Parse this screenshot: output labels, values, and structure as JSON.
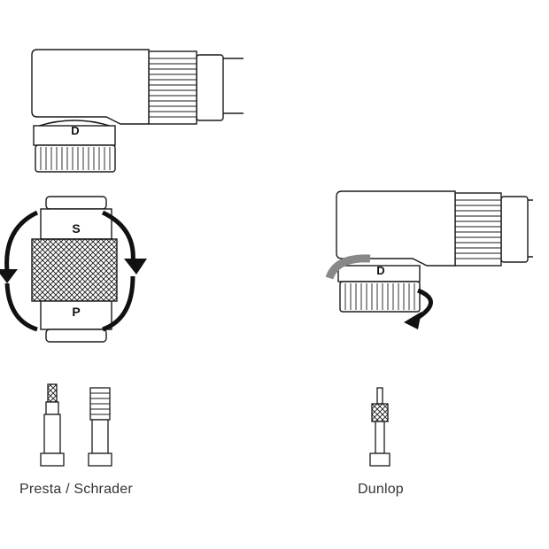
{
  "labels": {
    "top_head_letter": "D",
    "ring_top_letter": "S",
    "ring_bottom_letter": "P",
    "right_head_letter": "D"
  },
  "captions": {
    "left": "Presta / Schrader",
    "right": "Dunlop"
  },
  "icons": {
    "top": "pump-head-dunlop-setting-icon",
    "ring": "rotate-adapter-ring-icon",
    "right": "rotate-head-to-dunlop-icon",
    "valve_presta": "presta-valve-icon",
    "valve_schrader": "schrader-valve-icon",
    "valve_dunlop": "dunlop-valve-icon"
  },
  "colors": {
    "stroke": "#1a1a1a",
    "arrow_fill": "#111111",
    "arrow_grey": "#777777",
    "text": "#333333"
  }
}
